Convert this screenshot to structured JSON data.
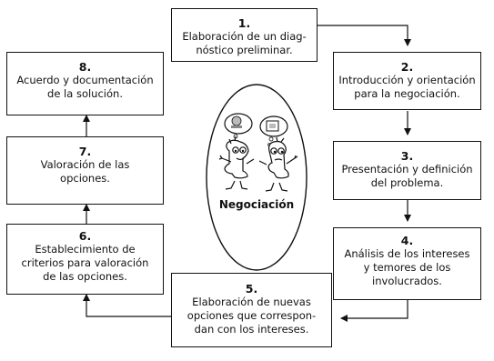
{
  "steps": [
    {
      "number": "1.",
      "text": "Elaboración de un diag-\nnóstico preliminar."
    },
    {
      "number": "2.",
      "text": "Introducción y orientación\npara la negociación."
    },
    {
      "number": "3.",
      "text": "Presentación y definición\ndel problema."
    },
    {
      "number": "4.",
      "text": "Análisis de los intereses\ny temores de los\ninvolucrados."
    },
    {
      "number": "5.",
      "text": "Elaboración de nuevas\nopciones que correspon-\ndan con los intereses."
    },
    {
      "number": "6.",
      "text": "Establecimiento de\ncriterios para valoración\nde las opciones."
    },
    {
      "number": "7.",
      "text": "Valoración de las\nopciones."
    },
    {
      "number": "8.",
      "text": "Acuerdo y documentación\nde la solución."
    }
  ],
  "center": {
    "label": "Negociación"
  }
}
